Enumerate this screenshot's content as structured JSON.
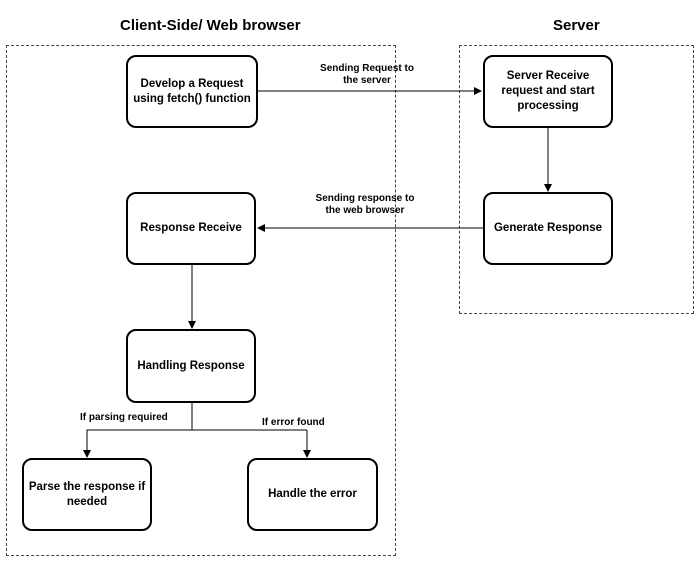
{
  "titles": {
    "client": "Client-Side/ Web browser",
    "server": "Server"
  },
  "nodes": {
    "develop_request": "Develop a Request using fetch() function",
    "server_receive": "Server Receive request and start processing",
    "generate_response": "Generate Response",
    "response_receive": "Response Receive",
    "handling_response": "Handling Response",
    "parse_response": "Parse the response if needed",
    "handle_error": "Handle the error"
  },
  "edges": {
    "send_request_line1": "Sending Request to",
    "send_request_line2": "the server",
    "send_response_line1": "Sending response to",
    "send_response_line2": "the web browser",
    "parse_branch": "If parsing required",
    "error_branch": "If error found"
  }
}
